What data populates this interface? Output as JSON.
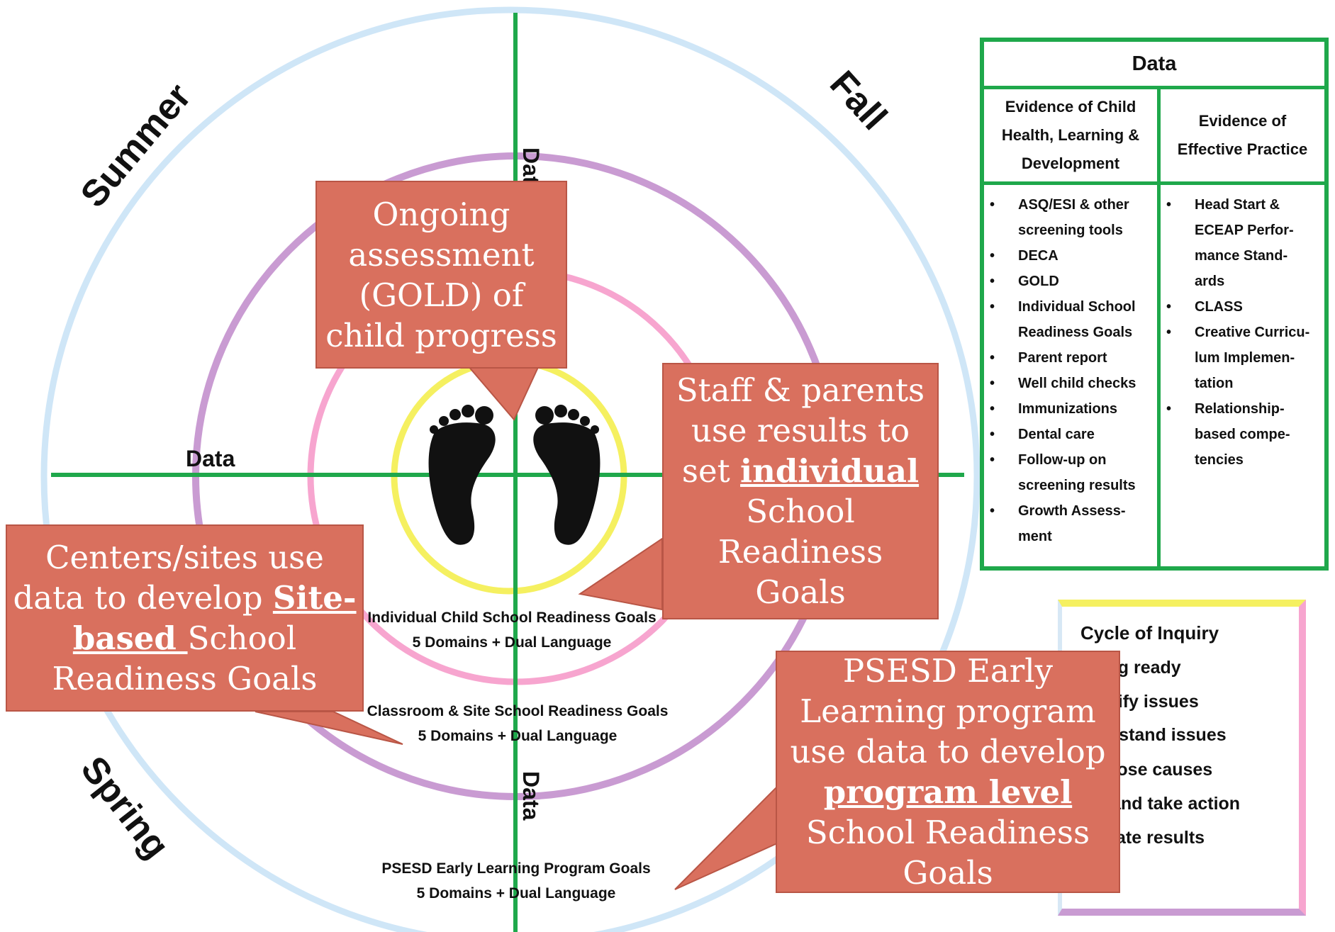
{
  "seasons": {
    "summer": "Summer",
    "fall": "Fall",
    "spring": "Spring"
  },
  "axis_labels": {
    "left": "Data",
    "top": "Data",
    "bottom": "Data"
  },
  "rings": {
    "individual_line1": "Individual Child School Readiness Goals",
    "individual_line2": "5 Domains + Dual Language",
    "classroom_line1": "Classroom & Site School Readiness Goals",
    "classroom_line2": "5 Domains + Dual Language",
    "program_line1": "PSESD Early Learning Program Goals",
    "program_line2": "5 Domains + Dual Language"
  },
  "callouts": {
    "ongoing": [
      "Ongoing",
      "assessment",
      "(GOLD) of",
      "child progress"
    ],
    "staff": {
      "l1": "Staff & parents",
      "l2": "use results to",
      "l3a": "set ",
      "l3b": "individual",
      "l4": "School",
      "l5": "Readiness",
      "l6": "Goals"
    },
    "centers": {
      "l1": "Centers/sites use",
      "l2a": "data to develop ",
      "l2b": "Site-",
      "l3a": "based ",
      "l3b": "School",
      "l4": "Readiness Goals"
    },
    "psesd": {
      "l1": "PSESD Early",
      "l2": "Learning program",
      "l3": "use data to develop",
      "l4": "program level",
      "l5": "School Readiness",
      "l6": "Goals"
    }
  },
  "data_table": {
    "title": "Data",
    "col1_header": [
      "Evidence of Child",
      "Health, Learning &",
      "Development"
    ],
    "col2_header": [
      "Evidence of",
      "Effective Practice"
    ],
    "col1_items": [
      [
        "ASQ/ESI & other",
        "screening tools"
      ],
      [
        "DECA"
      ],
      [
        "GOLD"
      ],
      [
        "Individual School",
        "Readiness Goals"
      ],
      [
        "Parent report"
      ],
      [
        "Well child checks"
      ],
      [
        "Immunizations"
      ],
      [
        "Dental care"
      ],
      [
        "Follow-up on",
        "screening results"
      ],
      [
        "Growth Assess-",
        "ment"
      ]
    ],
    "col2_items": [
      [
        "Head Start &",
        "ECEAP Perfor-",
        "mance Stand-",
        "ards"
      ],
      [
        "CLASS"
      ],
      [
        "Creative Curricu-",
        "lum Implemen-",
        "tation"
      ],
      [
        "Relationship-",
        "based compe-",
        "tencies"
      ]
    ]
  },
  "cycle_of_inquiry": {
    "title": "Cycle of Inquiry",
    "items": [
      "etting ready",
      "dentify issues",
      "nderstand issues",
      "iagnose causes",
      "lan and take action",
      "valuate results"
    ]
  },
  "colors": {
    "outer_ring": "#cfe6f7",
    "purple_ring": "#c99bd2",
    "pink_ring": "#f7a5cf",
    "yellow_ring": "#f5f060",
    "axis_green": "#1fa84b",
    "callout": "#d9705e"
  },
  "icons": {
    "center": "footprints-icon"
  }
}
